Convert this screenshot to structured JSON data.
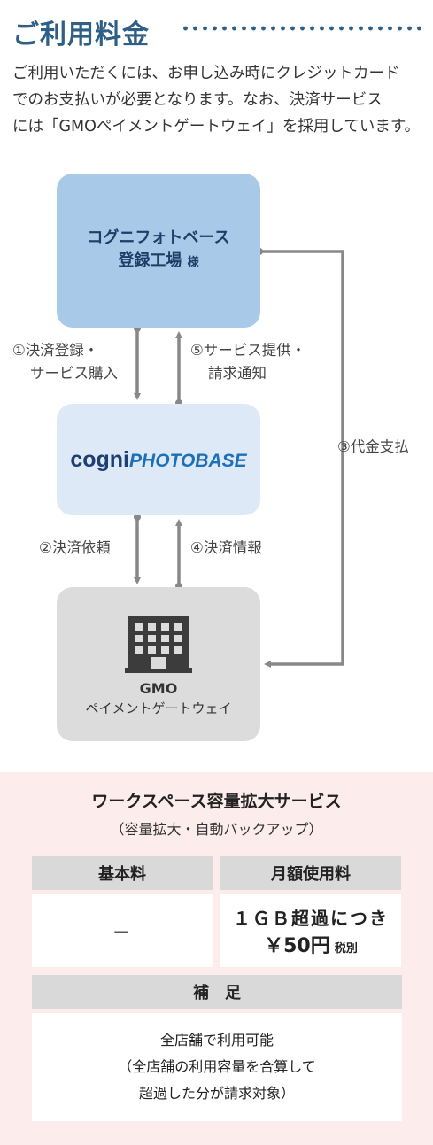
{
  "section": {
    "title": "ご利用料金",
    "intro_lines": [
      "ご利用いただくには、お申し込み時にクレジットカード",
      "でのお支払いが必要となります。なお、決済サービス",
      "には「GMOペイメントゲートウェイ」を採用しています。"
    ]
  },
  "diagram": {
    "customer_line1": "コグニフォトベース",
    "customer_line2": "登録工場",
    "customer_honorific": "様",
    "cogni_logo_part1": "cogni",
    "cogni_logo_part2": "PHOTOBASE",
    "gmo_name": "GMO",
    "gmo_sub": "ペイメントゲートウェイ",
    "step1_line1": "①決済登録・",
    "step1_line2": "サービス購入",
    "step5_line1": "⑤サービス提供・",
    "step5_line2": "請求通知",
    "step2": "②決済依頼",
    "step4": "④決済情報",
    "step3": "③代金支払",
    "icon": "office-building-icon"
  },
  "pricing": {
    "title": "ワークスペース容量拡大サービス",
    "subtitle": "（容量拡大・自動バックアップ）",
    "header_base": "基本料",
    "header_monthly": "月額使用料",
    "base_value": "－",
    "monthly_line1": "１ＧＢ超過につき",
    "monthly_price": "￥50円",
    "monthly_tax": "税別",
    "supplement_header": "補　足",
    "supplement_lines": [
      "全店舗で利用可能",
      "（全店舗の利用容量を合算して",
      "超過した分が請求対象）"
    ]
  },
  "colors": {
    "accent": "#2e5f86",
    "customer_box": "#a8c9e8",
    "cogni_box": "#dde9f6",
    "gmo_box": "#dcdcdc",
    "pricing_bg": "#fcecec",
    "arrow": "#888888"
  }
}
